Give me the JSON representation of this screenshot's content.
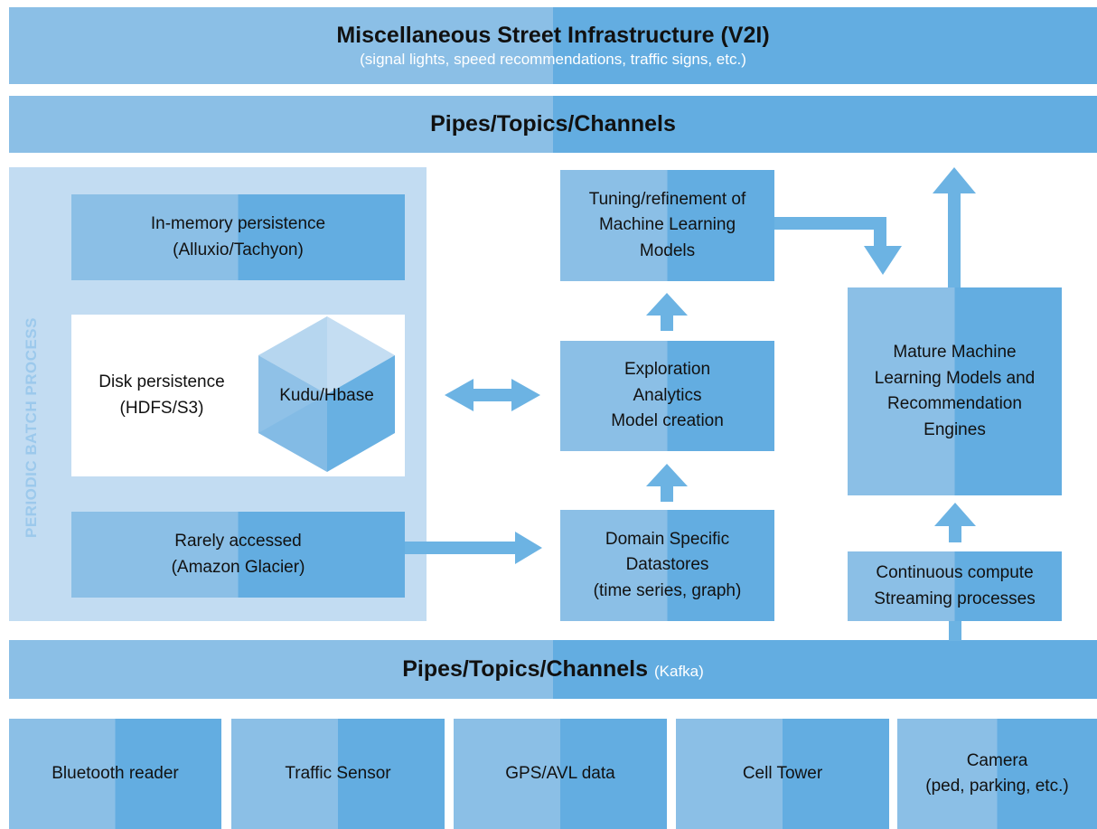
{
  "colors": {
    "light_blue": "#8bbfe6",
    "mid_blue": "#63ade1",
    "panel_blue": "#c2dcf2",
    "label_blue": "#9cc9ec"
  },
  "top_band": {
    "title": "Miscellaneous Street Infrastructure (V2I)",
    "subtitle": "(signal lights, speed recommendations, traffic signs, etc.)"
  },
  "pipes_top": {
    "title": "Pipes/Topics/Channels"
  },
  "batch": {
    "label": "PERIODIC BATCH PROCESS",
    "in_memory": [
      "In-memory persistence",
      "(Alluxio/Tachyon)"
    ],
    "disk": [
      "Disk persistence",
      "(HDFS/S3)"
    ],
    "cube_label": "Kudu/Hbase",
    "rarely": [
      "Rarely accessed",
      "(Amazon Glacier)"
    ]
  },
  "middle": {
    "tuning": [
      "Tuning/refinement of",
      "Machine Learning",
      "Models"
    ],
    "exploration": [
      "Exploration",
      "Analytics",
      "Model creation"
    ],
    "domain": [
      "Domain Specific",
      "Datastores",
      "(time series, graph)"
    ]
  },
  "right": {
    "mature": [
      "Mature Machine",
      "Learning Models and",
      "Recommendation",
      "Engines"
    ],
    "continuous": [
      "Continuous compute",
      "Streaming processes"
    ]
  },
  "pipes_bottom": {
    "title": "Pipes/Topics/Channels",
    "note": "(Kafka)"
  },
  "sources": [
    {
      "lines": [
        "Bluetooth reader"
      ]
    },
    {
      "lines": [
        "Traffic Sensor"
      ]
    },
    {
      "lines": [
        "GPS/AVL data"
      ]
    },
    {
      "lines": [
        "Cell Tower"
      ]
    },
    {
      "lines": [
        "Camera",
        "(ped, parking, etc.)"
      ]
    }
  ]
}
